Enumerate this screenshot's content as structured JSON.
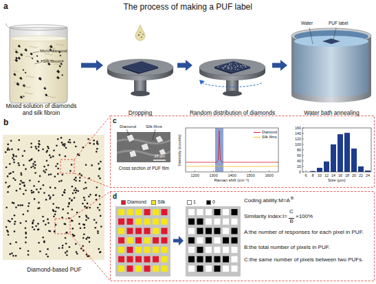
{
  "diagram": {
    "title": "The process of making a PUF label",
    "nodes": [
      {
        "text": [
          "Mixed solution of diamonds and silk fibroin"
        ]
      },
      {
        "text": [
          "Dropping"
        ]
      },
      {
        "text": [
          "Random distribution of diamonds"
        ]
      },
      {
        "text": [
          "Water bath annealing"
        ]
      },
      {
        "text": [
          "Diamond-based PUF"
        ]
      }
    ],
    "edges": [
      {
        "from": 0,
        "to": 1,
        "arrow": "to"
      },
      {
        "from": 1,
        "to": 2,
        "arrow": "to"
      },
      {
        "from": 2,
        "to": 3,
        "arrow": "to"
      }
    ],
    "labels": [
      "a",
      "Micro-diamond",
      "Silk fibroin",
      "Water",
      "PUF label",
      "b",
      "c",
      "Diamond",
      "Silk films",
      "25 μm",
      "Cross section of PUF film",
      "Intensity (counts)",
      "Raman shift (cm⁻¹)",
      "1200",
      "1300",
      "1400",
      "1500",
      "1600",
      "0",
      "20",
      "40",
      "60",
      "80",
      "100",
      "120",
      "140",
      "160",
      "6",
      "8",
      "10",
      "12",
      "14",
      "16",
      "18",
      "20",
      "22",
      "24",
      "Size (μm)",
      "d",
      "Coding ability:M=A",
      "B",
      "Similarity index:I=",
      "C",
      "B",
      "×100%",
      "A:the number of responses for each pixel in PUF.",
      "B:the total number of pixels in PUF.",
      "C:the same number of pixels between two PUFs."
    ],
    "legend": [
      {
        "text": "Diamond"
      },
      {
        "text": "Silk films"
      },
      {
        "text": "Diamond",
        "color": "#e0182d"
      },
      {
        "text": "Silk",
        "color": "#f5e51b"
      },
      {
        "text": "1",
        "color": "#ffffff"
      },
      {
        "text": "0",
        "color": "#000000"
      }
    ]
  }
}
